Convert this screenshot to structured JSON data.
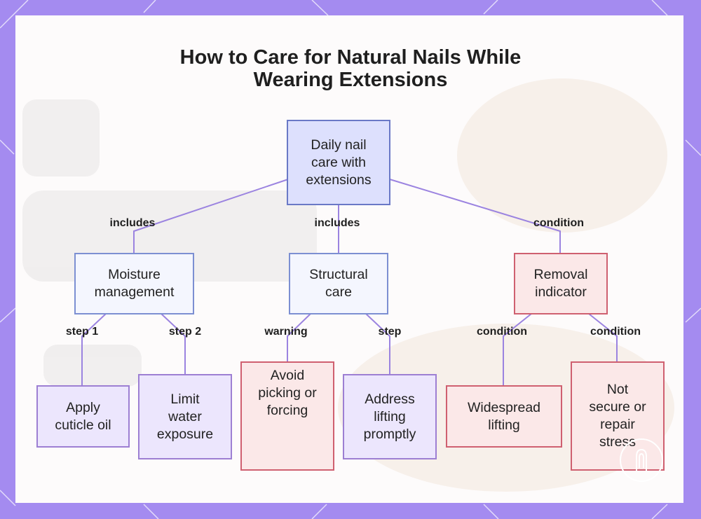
{
  "title": {
    "line1": "How to Care for Natural Nails While",
    "line2": "Wearing Extensions"
  },
  "colors": {
    "frame": "#a48bf0",
    "edge": "#9b83e0",
    "root_fill": "#dde0fd",
    "blue_border": "#7c8fd2",
    "purple_border": "#9d7fd3",
    "red_border": "#cf6070"
  },
  "nodes": {
    "root": "Daily nail\ncare with\nextensions",
    "moisture": "Moisture\nmanagement",
    "structural": "Structural\ncare",
    "removal": "Removal\nindicator",
    "cuticle": "Apply\ncuticle oil",
    "water": "Limit\nwater\nexposure",
    "avoid": "Avoid\npicking or\nforcing",
    "lifting": "Address\nlifting\npromptly",
    "widespread": "Widespread\nlifting",
    "secure": "Not\nsecure or\nrepair\nstress"
  },
  "edge_labels": {
    "root_moisture": "includes",
    "root_structural": "includes",
    "root_removal": "condition",
    "moisture_cuticle": "step 1",
    "moisture_water": "step 2",
    "structural_avoid": "warning",
    "structural_lifting": "step",
    "removal_widespread": "condition",
    "removal_secure": "condition"
  },
  "badge_icon": "nail-logo-icon"
}
